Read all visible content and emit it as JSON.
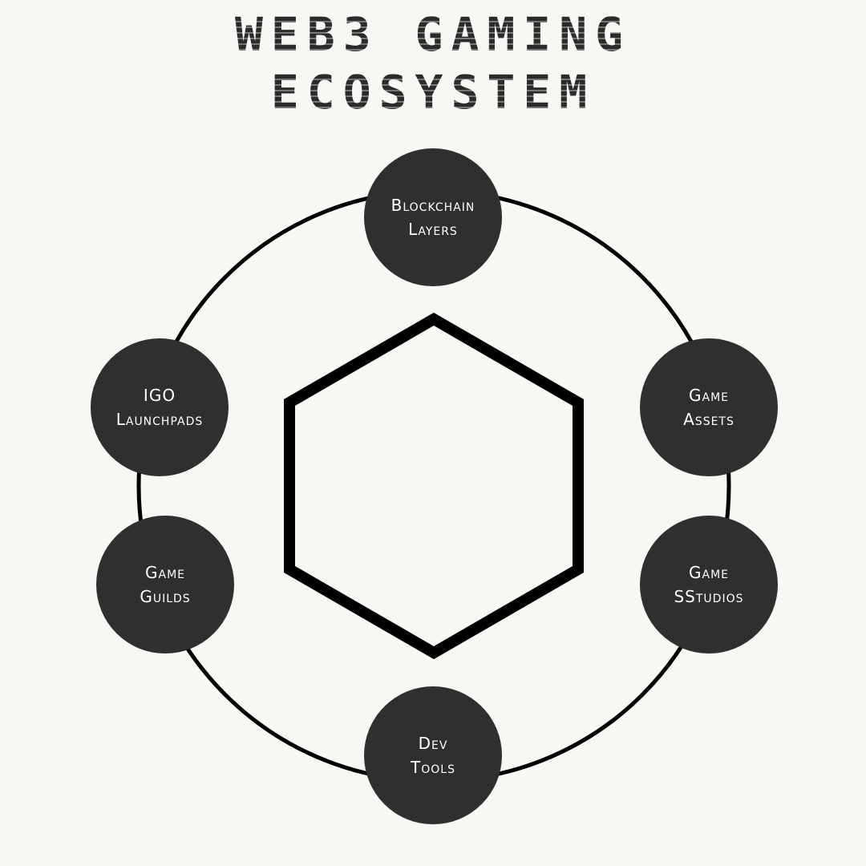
{
  "title": {
    "line1": "WEB3 GAMING",
    "line2": "ECOSYSTEM"
  },
  "nodes": [
    {
      "id": "blockchain-layers",
      "line1": "Blockchain",
      "line2": "Layers"
    },
    {
      "id": "game-assets",
      "line1": "Game",
      "line2": "Assets"
    },
    {
      "id": "game-studios",
      "line1": "Game",
      "line2": "SStudios"
    },
    {
      "id": "dev-tools",
      "line1": "Dev",
      "line2": "Tools"
    },
    {
      "id": "game-guilds",
      "line1": "Game",
      "line2": "Guilds"
    },
    {
      "id": "igo-launchpads",
      "line1": "IGO",
      "line2": "Launchpads"
    }
  ],
  "colors": {
    "background": "#f8f7f4",
    "node_fill": "#2f2f2f",
    "node_text": "#ffffff",
    "ring_stroke": "#000000",
    "title": "#2b2b2b"
  }
}
